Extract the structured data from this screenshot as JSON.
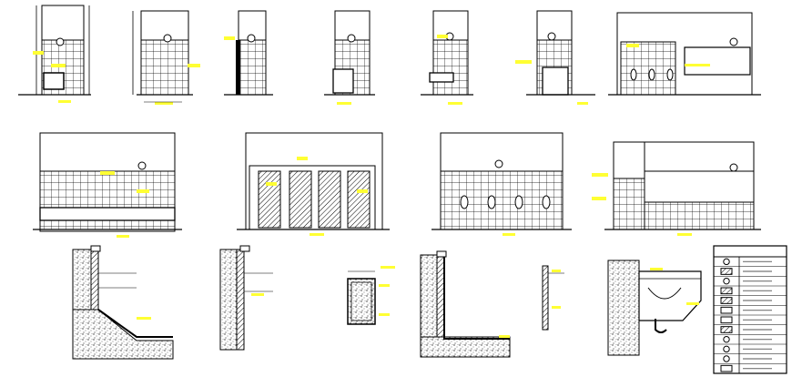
{
  "sheet": {
    "background": "#ffffff",
    "ink_color": "#000000",
    "highlight_color": "#ffff33",
    "hatch_color": "#555555"
  },
  "elevations_row1": [
    {
      "id": "e1",
      "fixture": "toilet"
    },
    {
      "id": "e2",
      "fixture": "tiled-wall"
    },
    {
      "id": "e3",
      "fixture": "wall-section"
    },
    {
      "id": "e4",
      "fixture": "cabinet"
    },
    {
      "id": "e5",
      "fixture": "sink"
    },
    {
      "id": "e6",
      "fixture": "vanity"
    },
    {
      "id": "e7",
      "fixture": "urinal-row-with-mirror"
    }
  ],
  "elevations_row2": [
    {
      "id": "e8",
      "fixture": "long-vanity-counter"
    },
    {
      "id": "e9",
      "fixture": "cubicle-partitions"
    },
    {
      "id": "e10",
      "fixture": "urinal-row"
    },
    {
      "id": "e11",
      "fixture": "counter-with-basins"
    }
  ],
  "details_row3": [
    {
      "id": "d1",
      "detail": "sloped-floor-wall-junction"
    },
    {
      "id": "d2",
      "detail": "wall-cladding-section"
    },
    {
      "id": "d3",
      "detail": "column-section"
    },
    {
      "id": "d4",
      "detail": "floor-wall-corner"
    },
    {
      "id": "d5",
      "detail": "thin-wall-section"
    },
    {
      "id": "d6",
      "detail": "basin-mounting-section"
    }
  ],
  "legend": {
    "rows": 12,
    "symbols": [
      "circle-symbol",
      "hatch-symbol",
      "circle-symbol",
      "hatch-symbol",
      "hatch-symbol",
      "rect-symbol",
      "rect-symbol",
      "hatch-symbol",
      "circle-symbol",
      "circle-symbol",
      "circle-symbol",
      "rect-symbol"
    ]
  }
}
